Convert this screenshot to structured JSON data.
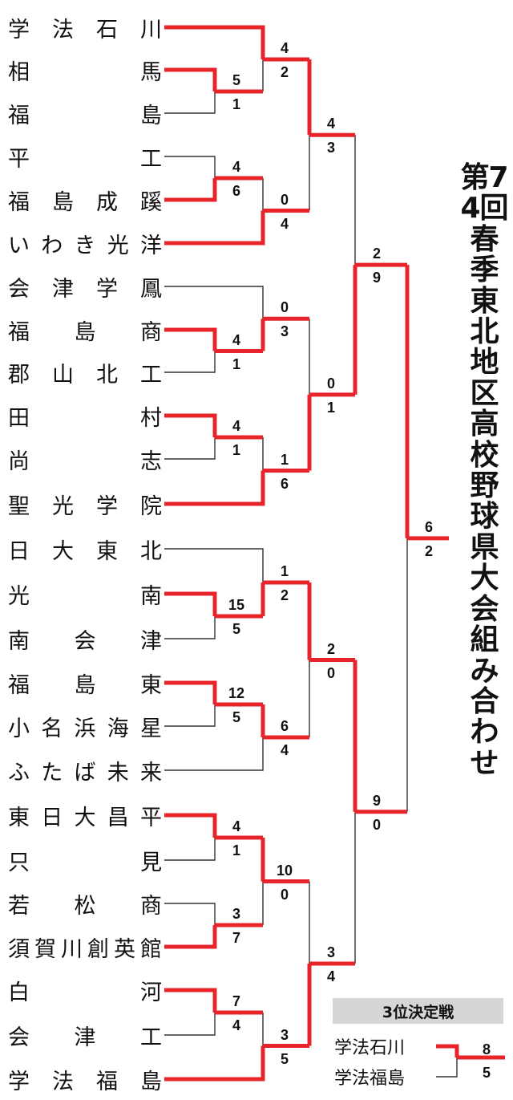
{
  "title": "第74回春季東北地区高校野球県大会組み合わせ",
  "colors": {
    "winner_line": "#e8242b",
    "loser_line": "#333333",
    "header_bg": "#d6d6d6"
  },
  "teams": [
    [
      "学",
      "法",
      "石",
      "川"
    ],
    [
      "相",
      "馬"
    ],
    [
      "福",
      "島"
    ],
    [
      "平",
      "工"
    ],
    [
      "福",
      "島",
      "成",
      "蹊"
    ],
    [
      "い",
      "わ",
      "き",
      "光",
      "洋"
    ],
    [
      "会",
      "津",
      "学",
      "鳳"
    ],
    [
      "福",
      "島",
      "商"
    ],
    [
      "郡",
      "山",
      "北",
      "工"
    ],
    [
      "田",
      "村"
    ],
    [
      "尚",
      "志"
    ],
    [
      "聖",
      "光",
      "学",
      "院"
    ],
    [
      "日",
      "大",
      "東",
      "北"
    ],
    [
      "光",
      "南"
    ],
    [
      "南",
      "会",
      "津"
    ],
    [
      "福",
      "島",
      "東"
    ],
    [
      "小",
      "名",
      "浜",
      "海",
      "星"
    ],
    [
      "ふ",
      "た",
      "ば",
      "未",
      "来"
    ],
    [
      "東",
      "日",
      "大",
      "昌",
      "平"
    ],
    [
      "只",
      "見"
    ],
    [
      "若",
      "松",
      "商"
    ],
    [
      "須",
      "賀",
      "川",
      "創",
      "英",
      "館"
    ],
    [
      "白",
      "河"
    ],
    [
      "会",
      "津",
      "工"
    ],
    [
      "学",
      "法",
      "福",
      "島"
    ]
  ],
  "scores": [
    {
      "top": "5",
      "bottom": "1"
    },
    {
      "top": "4",
      "bottom": "6"
    },
    {
      "top": "4",
      "bottom": "1"
    },
    {
      "top": "4",
      "bottom": "1"
    },
    {
      "top": "15",
      "bottom": "5"
    },
    {
      "top": "12",
      "bottom": "5"
    },
    {
      "top": "4",
      "bottom": "1"
    },
    {
      "top": "3",
      "bottom": "7"
    },
    {
      "top": "7",
      "bottom": "4"
    },
    {
      "top": "4",
      "bottom": "2"
    },
    {
      "top": "0",
      "bottom": "4"
    },
    {
      "top": "0",
      "bottom": "3"
    },
    {
      "top": "1",
      "bottom": "6"
    },
    {
      "top": "1",
      "bottom": "2"
    },
    {
      "top": "6",
      "bottom": "4"
    },
    {
      "top": "10",
      "bottom": "0"
    },
    {
      "top": "3",
      "bottom": "5"
    },
    {
      "top": "4",
      "bottom": "3"
    },
    {
      "top": "0",
      "bottom": "1"
    },
    {
      "top": "2",
      "bottom": "0"
    },
    {
      "top": "3",
      "bottom": "4"
    },
    {
      "top": "2",
      "bottom": "9"
    },
    {
      "top": "9",
      "bottom": "0"
    },
    {
      "top": "6",
      "bottom": "2"
    }
  ],
  "third_place": {
    "label": "3位決定戦",
    "teams": [
      "学法石川",
      "学法福島"
    ],
    "scores": {
      "top": "8",
      "bottom": "5"
    }
  }
}
